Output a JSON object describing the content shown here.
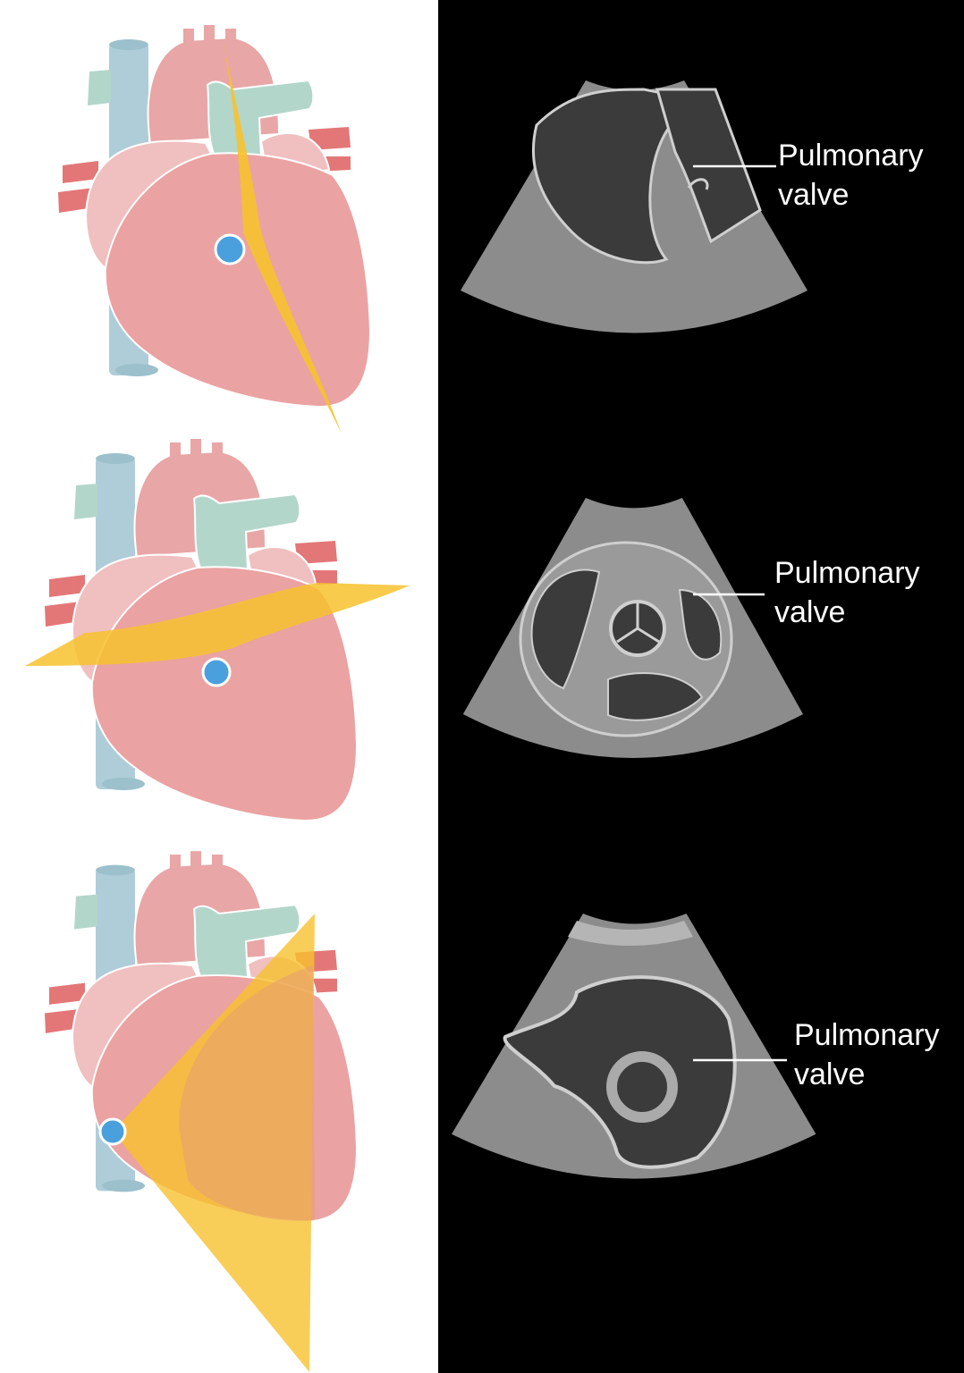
{
  "views": [
    {
      "label_line1": "Pulmonary",
      "label_line2": "valve"
    },
    {
      "label_line1": "Pulmonary",
      "label_line2": "valve"
    },
    {
      "label_line1": "Pulmonary",
      "label_line2": "valve"
    }
  ],
  "colors": {
    "vena_cava": "#aecdd8",
    "aorta": "#e8a6a6",
    "pulmonary_trunk": "#b3d6cb",
    "atria": "#f0bfbf",
    "ventricles": "#eba2a2",
    "vessels_red": "#e37777",
    "imaging_plane": "#f7c22e",
    "probe_marker": "#4aa0dc",
    "ultrasound_tissue": "#8c8c8c",
    "ultrasound_cavity": "#3b3b3b",
    "ultrasound_wall": "#cfcfcf"
  }
}
